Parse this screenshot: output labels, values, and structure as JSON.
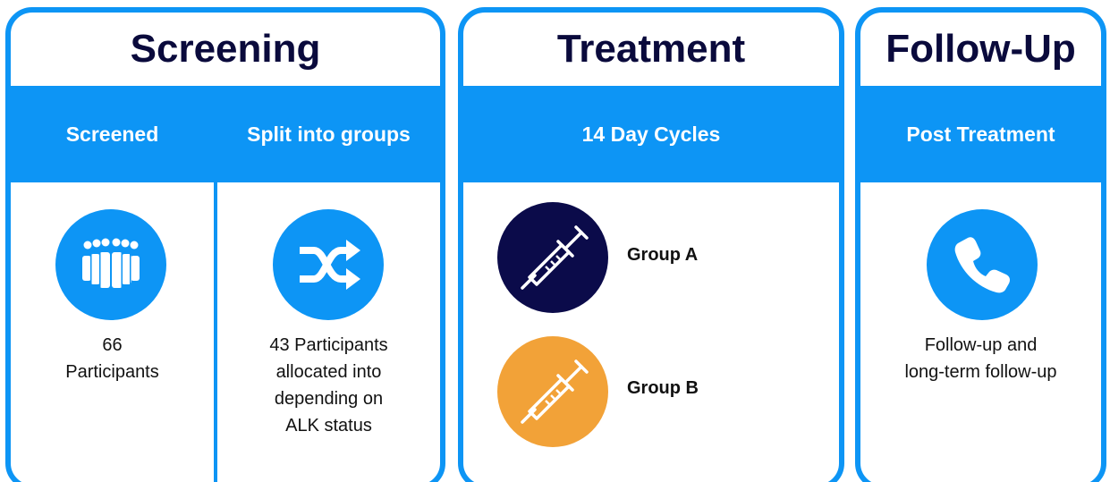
{
  "colors": {
    "primary_blue": "#0d95f5",
    "title_navy": "#0a0a3c",
    "group_a_fill": "#0b0b4a",
    "group_b_fill": "#f2a238",
    "white": "#ffffff"
  },
  "screening": {
    "title": "Screening",
    "screened": {
      "header": "Screened",
      "icon": "crowd-icon",
      "caption": [
        "66",
        "Participants"
      ]
    },
    "split": {
      "header": "Split into groups",
      "icon": "shuffle-icon",
      "caption": [
        "43 Participants",
        "allocated into",
        "depending on",
        "ALK status"
      ]
    }
  },
  "treatment": {
    "title": "Treatment",
    "header": "14 Day Cycles",
    "groups": [
      {
        "label": "Group A",
        "icon": "syringe-icon"
      },
      {
        "label": "Group B",
        "icon": "syringe-icon"
      }
    ]
  },
  "followup": {
    "title": "Follow-Up",
    "header": "Post Treatment",
    "icon": "phone-icon",
    "caption": [
      "Follow-up and",
      "long-term follow-up"
    ]
  }
}
